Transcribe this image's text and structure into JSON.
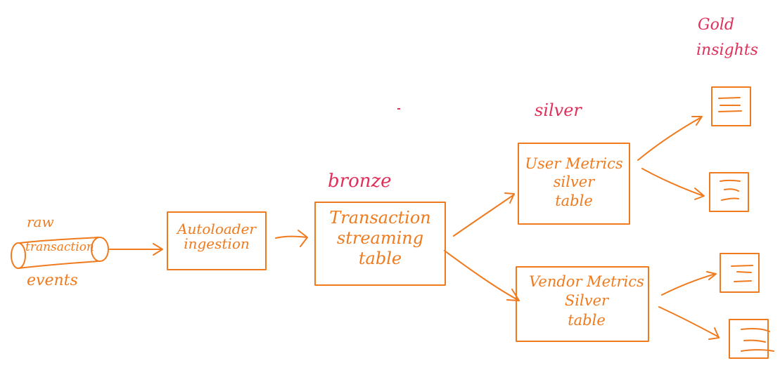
{
  "colors": {
    "flow": "#f07a1e",
    "tier_label": "#e0305a",
    "background": "#ffffff"
  },
  "tiers": {
    "bronze": "bronze",
    "silver": "silver",
    "gold_line1": "Gold",
    "gold_line2": "insights"
  },
  "nodes": {
    "source": {
      "line1": "raw",
      "line2": "transaction",
      "line3": "events",
      "shape": "cylinder"
    },
    "autoloader": {
      "line1": "Autoloader",
      "line2": "ingestion"
    },
    "bronze_table": {
      "line1": "Transaction",
      "line2": "streaming",
      "line3": "table"
    },
    "user_metrics": {
      "line1": "User Metrics",
      "line2": "silver",
      "line3": "table"
    },
    "vendor_metrics": {
      "line1": "Vendor Metrics",
      "line2": "Silver",
      "line3": "table"
    },
    "gold_outputs": [
      {
        "icon": "document-icon"
      },
      {
        "icon": "document-icon"
      },
      {
        "icon": "document-icon"
      },
      {
        "icon": "document-icon"
      }
    ]
  },
  "edges": [
    [
      "source",
      "autoloader"
    ],
    [
      "autoloader",
      "bronze_table"
    ],
    [
      "bronze_table",
      "user_metrics"
    ],
    [
      "bronze_table",
      "vendor_metrics"
    ],
    [
      "user_metrics",
      "gold_output_1"
    ],
    [
      "user_metrics",
      "gold_output_2"
    ],
    [
      "vendor_metrics",
      "gold_output_3"
    ],
    [
      "vendor_metrics",
      "gold_output_4"
    ]
  ]
}
